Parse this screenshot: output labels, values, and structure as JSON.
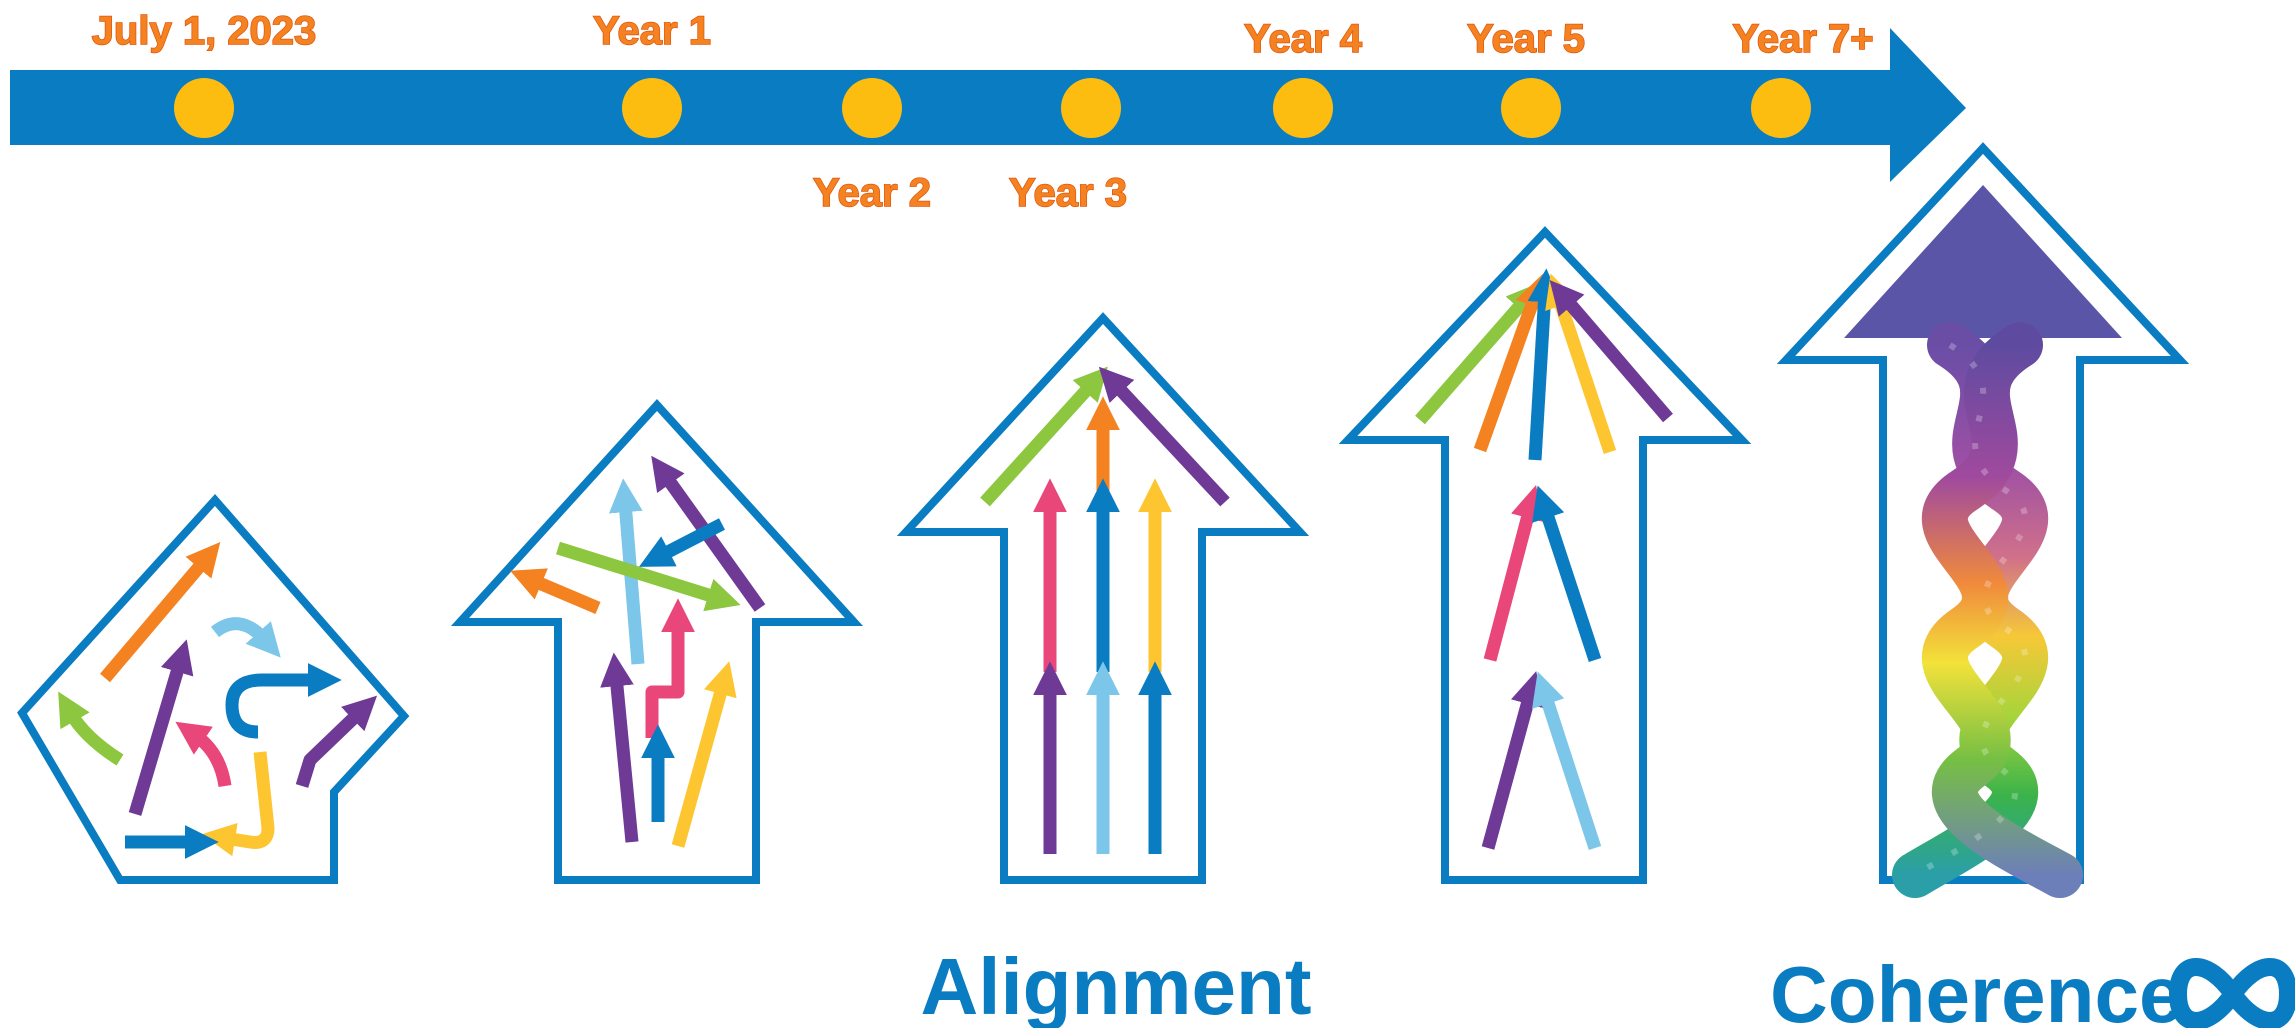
{
  "timeline": {
    "milestones": [
      {
        "label": "July 1, 2023"
      },
      {
        "label": "Year 1"
      },
      {
        "label": "Year 2"
      },
      {
        "label": "Year 3"
      },
      {
        "label": "Year 4"
      },
      {
        "label": "Year 5"
      },
      {
        "label": "Year 7+"
      }
    ]
  },
  "captions": {
    "alignment": "Alignment",
    "coherence": "Coherence"
  },
  "colors": {
    "timeline": "#0A7CC1",
    "milestone_dot": "#FDBC10",
    "year_label": "#F58220",
    "outline": "#0A7CC1",
    "caption": "#0A7CC1",
    "orange": "#F58220",
    "light_blue": "#7CC6EA",
    "blue": "#0A7CC1",
    "purple": "#6E3A96",
    "pink": "#E9477A",
    "green": "#8DC63F",
    "yellow": "#FDC530",
    "violet_head": "#5B55A8"
  },
  "icons": [
    "infinity-icon"
  ]
}
